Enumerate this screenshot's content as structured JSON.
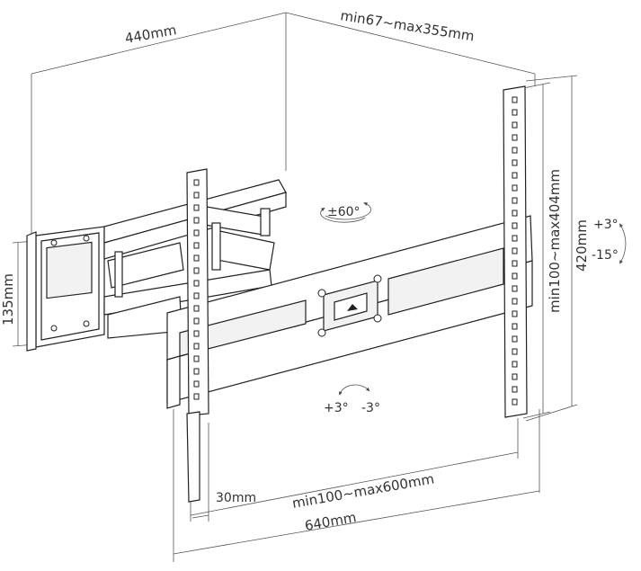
{
  "dimensions": {
    "depth_top": "440mm",
    "extension": "min67~max355mm",
    "height_wall_plate": "135mm",
    "vertical_pattern": "min100~max404mm",
    "height_total": "420mm",
    "side_offset": "30mm",
    "horizontal_pattern": "min100~max600mm",
    "width_total": "640mm"
  },
  "angles": {
    "swivel": "±60°",
    "tilt_up": "+3°",
    "tilt_down": "-15°",
    "level_plus": "+3°",
    "level_minus": "-3°"
  },
  "colors": {
    "line": "#222222",
    "dim_line": "#555555",
    "text": "#333333"
  }
}
